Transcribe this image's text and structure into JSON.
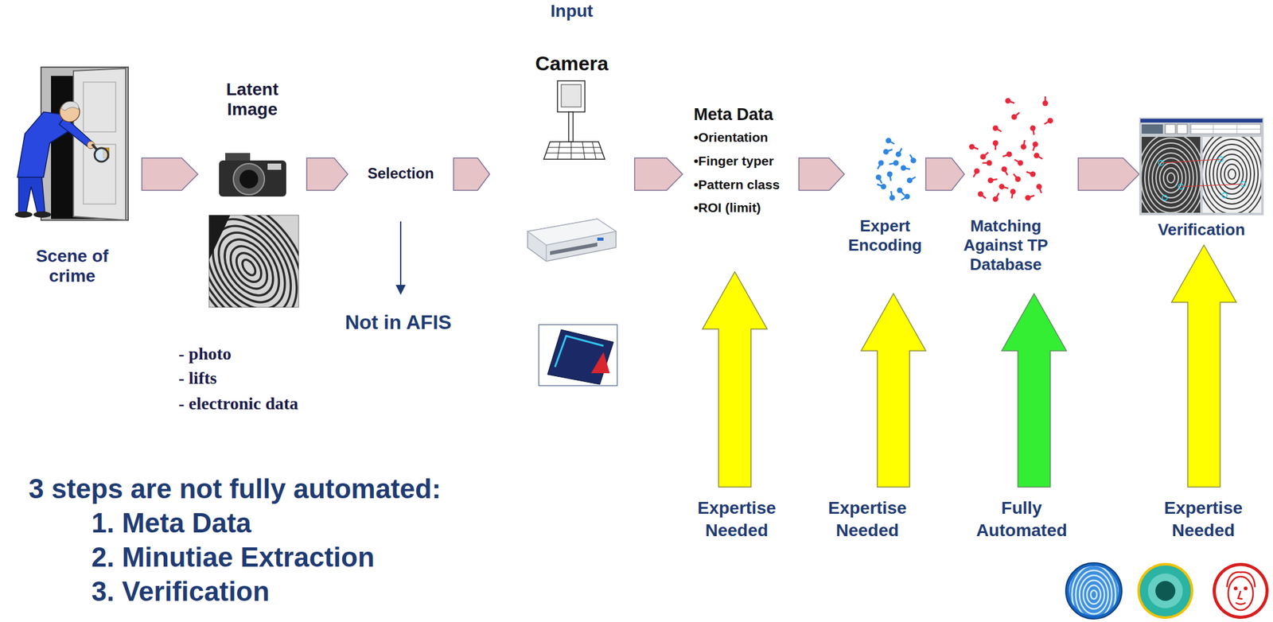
{
  "diagram": {
    "nodes": [
      {
        "text": [
          "Scene of crime"
        ]
      },
      {
        "text": [
          "Latent Image"
        ]
      },
      {
        "text": [
          "Selection"
        ]
      },
      {
        "text": [
          "Input"
        ]
      },
      {
        "text": [
          "Camera"
        ],
        "in": 3
      },
      {
        "text": [
          "Meta Data",
          "•Orientation",
          "•Finger typer",
          "•Pattern class",
          "•ROI (limit)"
        ],
        "in": 3
      },
      {
        "text": [
          "Expert Encoding"
        ],
        "in": 3
      },
      {
        "text": [
          "Matching Against TP Database"
        ],
        "in": 3
      },
      {
        "text": [
          "Verification"
        ],
        "in": 3
      },
      {
        "text": [
          "3 steps are not fully automated:",
          "1. Meta Data",
          "2. Minutiae Extraction",
          "3. Verification"
        ]
      }
    ],
    "edges": [
      {
        "from": 0,
        "to": 1,
        "arrow": "to"
      },
      {
        "from": 1,
        "to": 2,
        "arrow": "to"
      },
      {
        "from": 2,
        "to": 3,
        "arrow": "to"
      },
      {
        "from": 4,
        "to": 5,
        "arrow": "to"
      },
      {
        "from": 5,
        "to": 6,
        "arrow": "to"
      },
      {
        "from": 6,
        "to": 7,
        "arrow": "to"
      },
      {
        "from": 7,
        "to": 8,
        "arrow": "to"
      }
    ],
    "labels": [
      "- photo",
      "- lifts",
      "- electronic data",
      "Not in AFIS",
      "Expertise Needed",
      "Expertise Needed",
      "Fully Automated",
      "Expertise Needed"
    ]
  }
}
